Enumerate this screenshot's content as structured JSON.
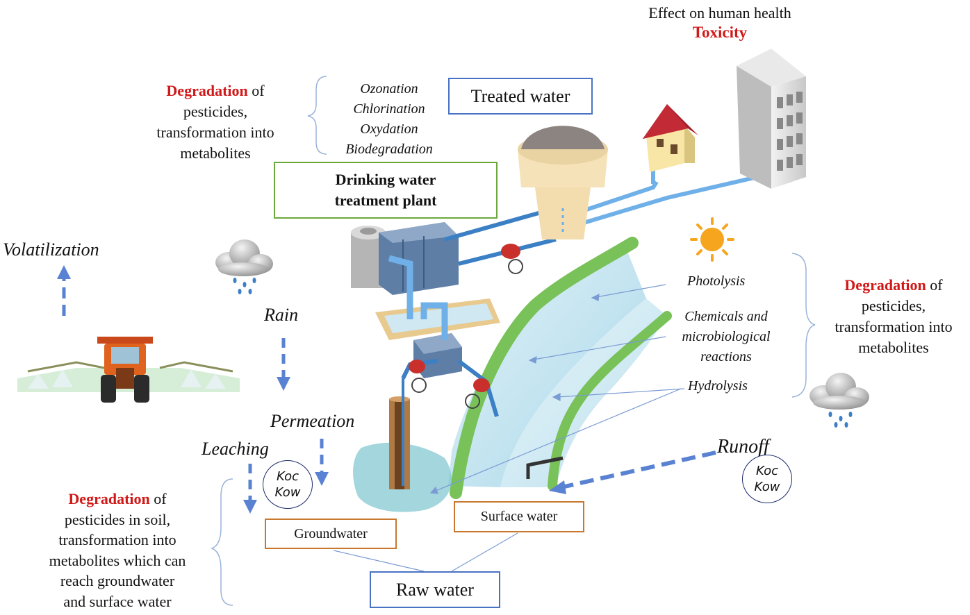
{
  "health": {
    "line1": "Effect on human health",
    "line2": "Toxicity"
  },
  "treatment_degradation": {
    "highlight": "Degradation",
    "rest": " of",
    "line2": "pesticides,",
    "line3": "transformation into",
    "line4": "metabolites"
  },
  "treatment_processes": [
    "Ozonation",
    "Chlorination",
    "Oxydation",
    "Biodegradation"
  ],
  "treated_water_label": "Treated water",
  "plant_label": {
    "line1": "Drinking water",
    "line2": "treatment plant"
  },
  "volatilization_label": "Volatilization",
  "rain_label": "Rain",
  "permeation_label": "Permeation",
  "leaching_label": "Leaching",
  "koc_kow_left": {
    "a": "Koc",
    "b": "Kow"
  },
  "koc_kow_right": {
    "a": "Koc",
    "b": "Kow"
  },
  "runoff_label": "Runoff",
  "river_processes": {
    "photolysis": "Photolysis",
    "chem1": "Chemicals and",
    "chem2": "microbiological",
    "chem3": "reactions",
    "hydrolysis": "Hydrolysis"
  },
  "river_degradation": {
    "highlight": "Degradation",
    "rest": " of",
    "line2": "pesticides,",
    "line3": "transformation into",
    "line4": "metabolites"
  },
  "soil_degradation": {
    "highlight": "Degradation",
    "rest": " of",
    "line2": "pesticides in soil,",
    "line3": "transformation into",
    "line4": "metabolites which can",
    "line5": "reach groundwater",
    "line6": "and surface water"
  },
  "groundwater_label": "Groundwater",
  "surface_water_label": "Surface water",
  "raw_water_label": "Raw water",
  "colors": {
    "red_text": "#d01919",
    "blue_box": "#4a72c4",
    "green_box": "#6aa83c",
    "orange_box": "#c8772e",
    "arrow_blue": "#5a82d2"
  }
}
